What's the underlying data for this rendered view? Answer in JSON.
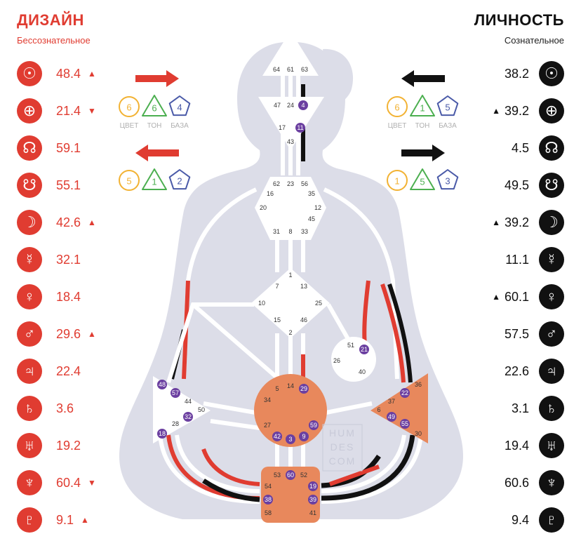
{
  "design": {
    "title": "ДИЗАЙН",
    "subtitle": "Бессознательное",
    "color": "#e03c31",
    "planets": [
      {
        "icon": "sun-icon",
        "glyph": "☉",
        "value": "48.4",
        "mark": "▲"
      },
      {
        "icon": "earth-icon",
        "glyph": "⊕",
        "value": "21.4",
        "mark": "▼"
      },
      {
        "icon": "north-node-icon",
        "glyph": "☊",
        "value": "59.1",
        "mark": ""
      },
      {
        "icon": "south-node-icon",
        "glyph": "☋",
        "value": "55.1",
        "mark": ""
      },
      {
        "icon": "moon-icon",
        "glyph": "☽",
        "value": "42.6",
        "mark": "▲"
      },
      {
        "icon": "mercury-icon",
        "glyph": "☿",
        "value": "32.1",
        "mark": ""
      },
      {
        "icon": "venus-icon",
        "glyph": "♀",
        "value": "18.4",
        "mark": ""
      },
      {
        "icon": "mars-icon",
        "glyph": "♂",
        "value": "29.6",
        "mark": "▲"
      },
      {
        "icon": "jupiter-icon",
        "glyph": "♃",
        "value": "22.4",
        "mark": ""
      },
      {
        "icon": "saturn-icon",
        "glyph": "♄",
        "value": "3.6",
        "mark": ""
      },
      {
        "icon": "uranus-icon",
        "glyph": "♅",
        "value": "19.2",
        "mark": ""
      },
      {
        "icon": "neptune-icon",
        "glyph": "♆",
        "value": "60.4",
        "mark": "▼"
      },
      {
        "icon": "pluto-icon",
        "glyph": "♇",
        "value": "9.1",
        "mark": "▲"
      }
    ]
  },
  "personality": {
    "title": "ЛИЧНОСТЬ",
    "subtitle": "Сознательное",
    "color": "#111111",
    "planets": [
      {
        "icon": "sun-icon",
        "glyph": "☉",
        "value": "38.2",
        "mark": ""
      },
      {
        "icon": "earth-icon",
        "glyph": "⊕",
        "value": "39.2",
        "mark": "▲"
      },
      {
        "icon": "north-node-icon",
        "glyph": "☊",
        "value": "4.5",
        "mark": ""
      },
      {
        "icon": "south-node-icon",
        "glyph": "☋",
        "value": "49.5",
        "mark": ""
      },
      {
        "icon": "moon-icon",
        "glyph": "☽",
        "value": "39.2",
        "mark": "▲"
      },
      {
        "icon": "mercury-icon",
        "glyph": "☿",
        "value": "11.1",
        "mark": ""
      },
      {
        "icon": "venus-icon",
        "glyph": "♀",
        "value": "60.1",
        "mark": "▲"
      },
      {
        "icon": "mars-icon",
        "glyph": "♂",
        "value": "57.5",
        "mark": ""
      },
      {
        "icon": "jupiter-icon",
        "glyph": "♃",
        "value": "22.6",
        "mark": ""
      },
      {
        "icon": "saturn-icon",
        "glyph": "♄",
        "value": "3.1",
        "mark": ""
      },
      {
        "icon": "uranus-icon",
        "glyph": "♅",
        "value": "19.4",
        "mark": ""
      },
      {
        "icon": "neptune-icon",
        "glyph": "♆",
        "value": "60.6",
        "mark": ""
      },
      {
        "icon": "pluto-icon",
        "glyph": "♇",
        "value": "9.4",
        "mark": ""
      }
    ]
  },
  "variables": {
    "captions": [
      "ЦВЕТ",
      "ТОН",
      "БАЗА"
    ],
    "design_top": [
      "6",
      "6",
      "4"
    ],
    "design_bottom": [
      "5",
      "1",
      "2"
    ],
    "personality_top": [
      "6",
      "1",
      "5"
    ],
    "personality_bottom": [
      "1",
      "5",
      "3"
    ],
    "arrows": {
      "design_top": "right",
      "design_bottom": "left",
      "personality_top": "left",
      "personality_bottom": "right"
    },
    "shape_colors": [
      "#f2b233",
      "#4caf50",
      "#4a5aa8"
    ]
  },
  "watermark": [
    "HUM",
    "DES",
    "COM"
  ],
  "colors": {
    "design": "#e03c31",
    "personality": "#111111",
    "center": "#e8885c",
    "gate": "#6b3fa0",
    "channel": "#ffffff",
    "body": "#dcdde8"
  },
  "centers": {
    "head": {
      "gates": [
        "64",
        "61",
        "63"
      ]
    },
    "ajna": {
      "gates": [
        "47",
        "24",
        "4",
        "17",
        "11",
        "43"
      ]
    },
    "throat": {
      "gates": [
        "62",
        "23",
        "56",
        "16",
        "35",
        "20",
        "12",
        "45",
        "31",
        "8",
        "33"
      ]
    },
    "g": {
      "gates": [
        "1",
        "7",
        "13",
        "10",
        "25",
        "15",
        "46",
        "2"
      ]
    },
    "heart": {
      "gates": [
        "51",
        "21",
        "26",
        "40"
      ]
    },
    "sacral": {
      "gates": [
        "5",
        "14",
        "29",
        "34",
        "27",
        "42",
        "3",
        "9",
        "59"
      ]
    },
    "spleen": {
      "gates": [
        "48",
        "57",
        "44",
        "50",
        "32",
        "28",
        "18"
      ]
    },
    "solar": {
      "gates": [
        "36",
        "22",
        "37",
        "6",
        "49",
        "55",
        "30"
      ]
    },
    "root": {
      "gates": [
        "53",
        "60",
        "52",
        "54",
        "19",
        "38",
        "39",
        "58",
        "41"
      ]
    }
  },
  "active_gates": [
    "4",
    "11",
    "21",
    "29",
    "48",
    "57",
    "32",
    "18",
    "22",
    "49",
    "55",
    "42",
    "3",
    "9",
    "59",
    "60",
    "19",
    "38",
    "39"
  ]
}
